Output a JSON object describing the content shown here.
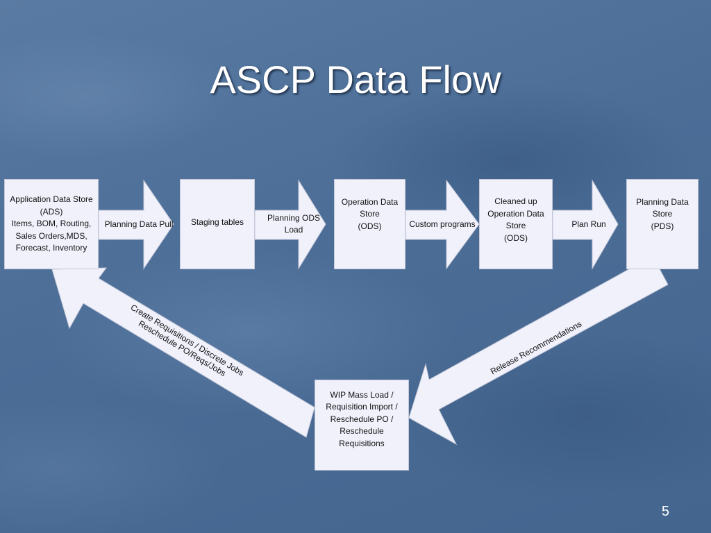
{
  "slide": {
    "title": "ASCP Data Flow",
    "page_number": "5"
  },
  "colors": {
    "background": "#4c6e97",
    "shape_fill": "#f0f1fb",
    "text": "#111111"
  },
  "diagram": {
    "nodes": [
      {
        "id": "ads",
        "label": "Application Data Store\n(ADS)\nItems, BOM, Routing,\nSales Orders,MDS,\nForecast, Inventory"
      },
      {
        "id": "staging",
        "label": "Staging tables"
      },
      {
        "id": "ods",
        "label": "Operation Data\nStore\n(ODS)"
      },
      {
        "id": "clean_ods",
        "label": "Cleaned up\nOperation Data\nStore\n(ODS)"
      },
      {
        "id": "pds",
        "label": "Planning Data\nStore\n(PDS)"
      },
      {
        "id": "wip",
        "label": "WIP Mass Load /\nRequisition Import /\nReschedule PO /\nReschedule\nRequisitions"
      }
    ],
    "edges": [
      {
        "from": "ads",
        "to": "staging",
        "label": "Planning Data Pull"
      },
      {
        "from": "staging",
        "to": "ods",
        "label": "Planning ODS\nLoad"
      },
      {
        "from": "ods",
        "to": "clean_ods",
        "label": "Custom programs"
      },
      {
        "from": "clean_ods",
        "to": "pds",
        "label": "Plan Run"
      },
      {
        "from": "pds",
        "to": "wip",
        "label": "Release Recommendations"
      },
      {
        "from": "wip",
        "to": "ads",
        "label": "Create Requisitions / Discrete Jobs\nReschedule PO/Reqs/Jobs"
      }
    ]
  }
}
